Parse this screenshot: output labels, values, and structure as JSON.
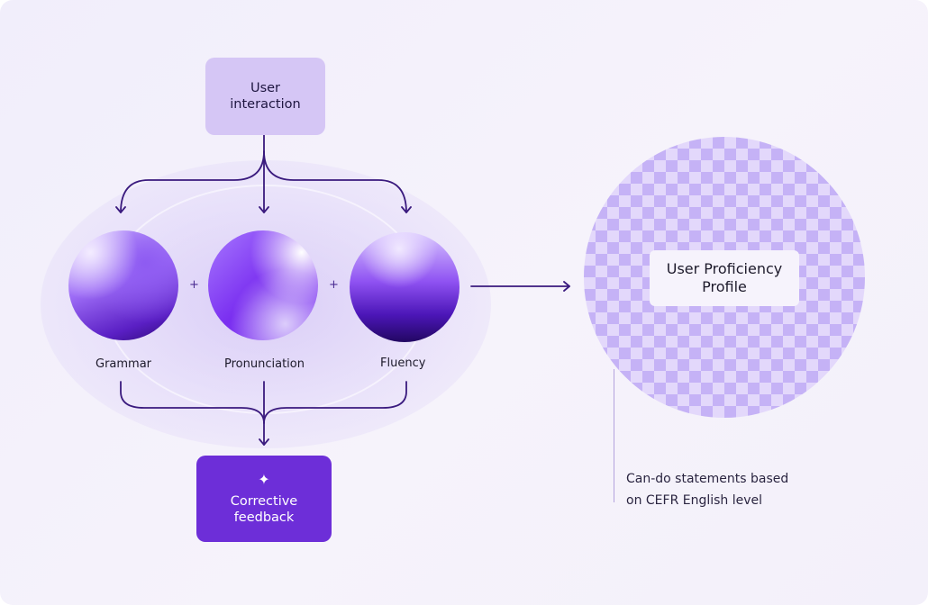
{
  "nodes": {
    "user_interaction": [
      "User",
      "interaction"
    ],
    "corrective_feedback": [
      "Corrective",
      "feedback"
    ],
    "sparkle": "✦"
  },
  "skills": [
    {
      "label": "Grammar"
    },
    {
      "label": "Pronunciation"
    },
    {
      "label": "Fluency"
    }
  ],
  "operators": [
    "+",
    "+"
  ],
  "profile": {
    "title": [
      "User Proficiency",
      "Profile"
    ],
    "note": [
      "Can-do statements based",
      "on CEFR English level"
    ]
  },
  "colors": {
    "arrow": "#3a1a7e",
    "accent": "#6d2ed8",
    "soft_box": "#d5c6f5",
    "pattern": "#c5b2f6"
  }
}
